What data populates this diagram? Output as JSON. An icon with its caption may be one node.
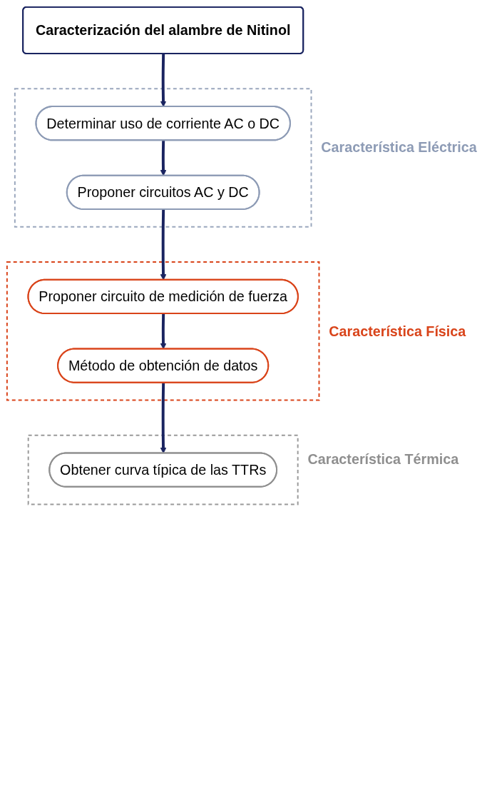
{
  "diagram": {
    "nodes": [
      {
        "text": [
          "Caracterización del alambre de Nitinol"
        ]
      },
      {
        "text": [
          "Característica Eléctrica"
        ]
      },
      {
        "text": [
          "Determinar uso de corriente AC o DC"
        ],
        "in": 1
      },
      {
        "text": [
          "Proponer circuitos AC y DC"
        ],
        "in": 1
      },
      {
        "text": [
          "Característica Física"
        ]
      },
      {
        "text": [
          "Proponer circuito de medición de fuerza"
        ],
        "in": 4
      },
      {
        "text": [
          "Método de obtención de datos"
        ],
        "in": 4
      },
      {
        "text": [
          "Característica Térmica"
        ]
      },
      {
        "text": [
          "Obtener curva típica de las TTRs"
        ],
        "in": 7
      }
    ],
    "edges": [
      {
        "from": 0,
        "to": 2,
        "arrow": "to"
      },
      {
        "from": 2,
        "to": 3,
        "arrow": "to"
      },
      {
        "from": 3,
        "to": 5,
        "arrow": "to"
      },
      {
        "from": 5,
        "to": 6,
        "arrow": "to"
      },
      {
        "from": 6,
        "to": 8,
        "arrow": "to"
      }
    ]
  }
}
